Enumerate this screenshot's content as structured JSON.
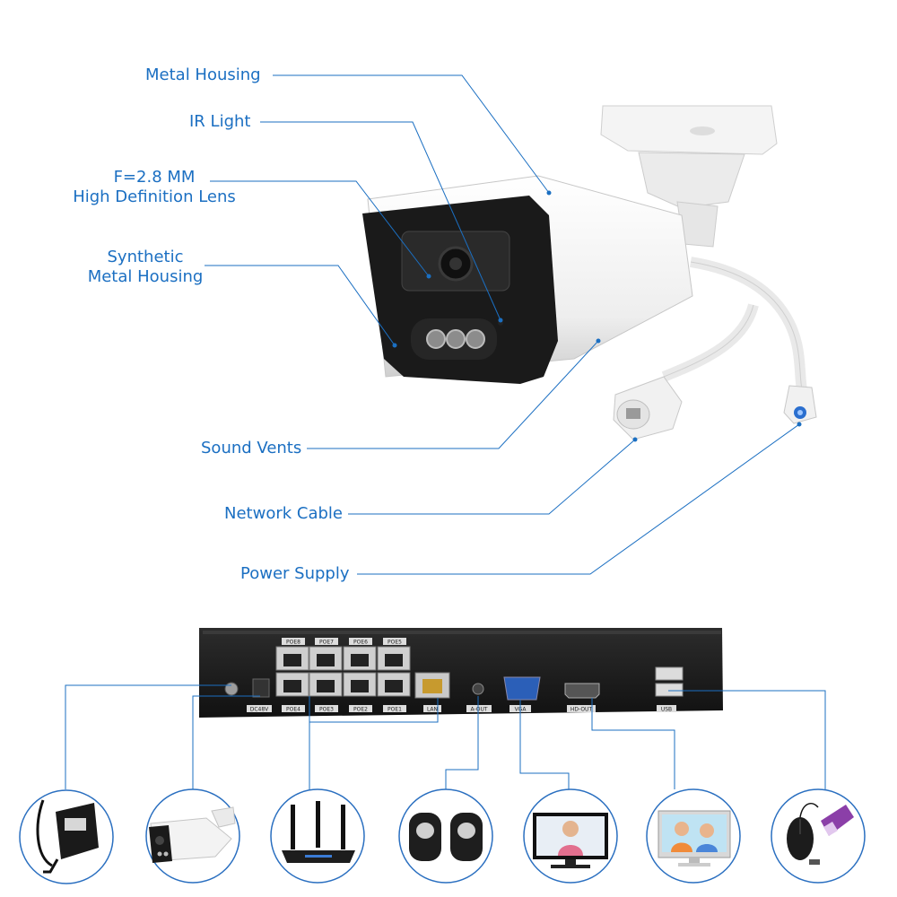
{
  "callouts": {
    "metal_housing": "Metal Housing",
    "ir_light": "IR Light",
    "lens_line1": "F=2.8 MM",
    "lens_line2": "High Definition Lens",
    "synthetic_line1": "Synthetic",
    "synthetic_line2": "Metal Housing",
    "sound_vents": "Sound Vents",
    "network_cable": "Network Cable",
    "power_supply": "Power Supply"
  },
  "nvr": {
    "poe_top": [
      "POE8",
      "POE7",
      "POE6",
      "POE5"
    ],
    "poe_bottom": [
      "POE4",
      "POE3",
      "POE2",
      "POE1"
    ],
    "dc_label": "DC48V",
    "lan_label": "LAN",
    "aout_label": "A-OUT",
    "vga_label": "VGA",
    "hdout_label": "HD-OUT",
    "usb_label": "USB"
  },
  "accessories": [
    {
      "icon": "power-adapter-icon"
    },
    {
      "icon": "bullet-camera-icon"
    },
    {
      "icon": "router-icon"
    },
    {
      "icon": "speakers-icon"
    },
    {
      "icon": "vga-monitor-icon"
    },
    {
      "icon": "hdmi-monitor-icon"
    },
    {
      "icon": "mouse-usb-icon"
    }
  ],
  "colors": {
    "accent": "#1b6fc2",
    "line": "#1b6fc2",
    "circle_border": "#2a6fc0"
  }
}
